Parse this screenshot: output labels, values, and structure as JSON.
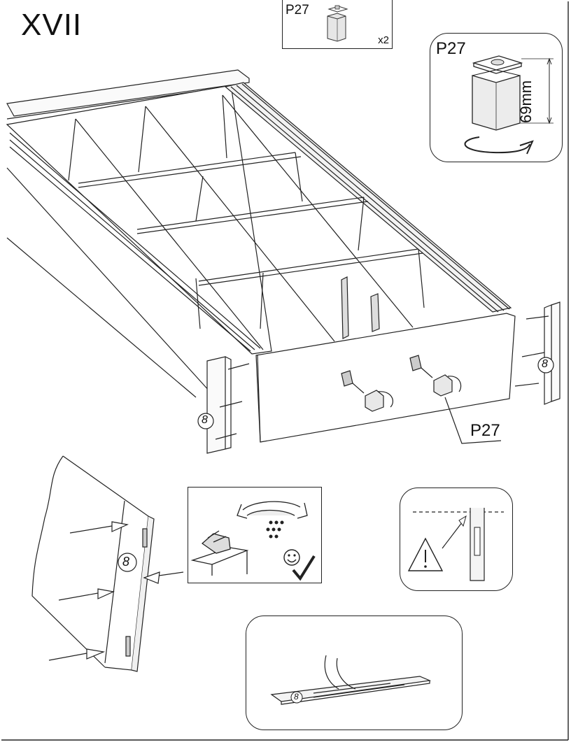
{
  "step": {
    "number": "XVII"
  },
  "parts_box": {
    "part_code": "P27",
    "quantity": "x2"
  },
  "detail_box": {
    "part_code": "P27",
    "dimension": "69mm"
  },
  "main_assembly": {
    "callout_part": "P27",
    "panel_marker_left": "8",
    "panel_marker_right": "8"
  },
  "glue_detail": {
    "panel_marker": "8"
  },
  "strip_detail": {
    "panel_marker": "8"
  },
  "colors": {
    "line": "#222222",
    "light_fill": "#f4f4f4",
    "grey_fill": "#d9d9d9"
  },
  "icons": [
    "warning-triangle-icon",
    "smiley-icon",
    "checkmark-icon",
    "rotate-arrow-icon",
    "water-drops-icon",
    "wipe-hands-icon"
  ]
}
